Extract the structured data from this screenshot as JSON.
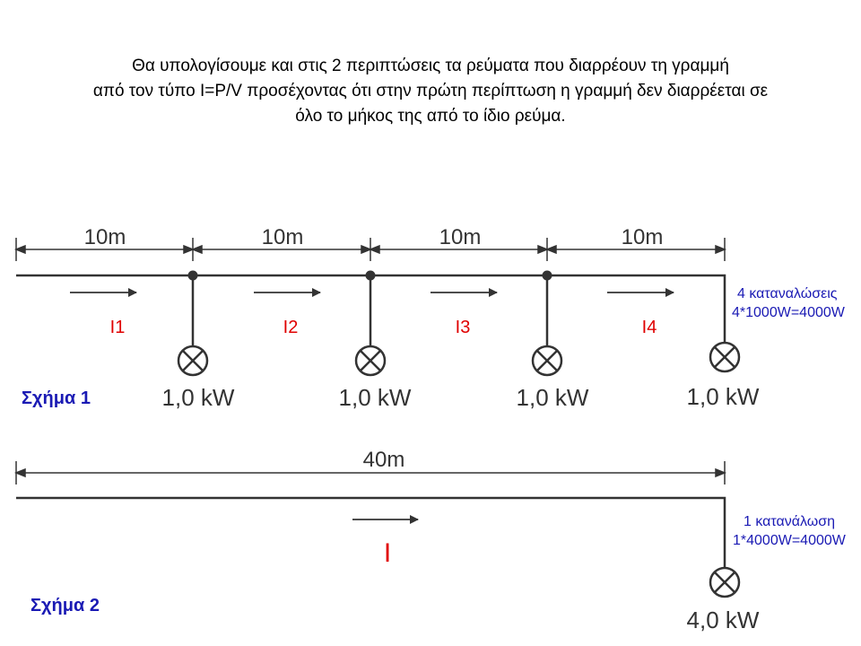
{
  "intro": {
    "line1": "Θα υπολογίσουμε και στις 2 περιπτώσεις τα ρεύματα που διαρρέουν τη γραμμή",
    "line2": "από τον τύπο I=P/V προσέχοντας ότι στην πρώτη περίπτωση η γραμμή δεν διαρρέεται σε",
    "line3": "όλο το μήκος της από το ίδιο ρεύμα."
  },
  "figure1": {
    "label": "Σχήμα 1",
    "segments": [
      "10m",
      "10m",
      "10m",
      "10m"
    ],
    "currents": [
      "I1",
      "I2",
      "I3",
      "I4"
    ],
    "loads": [
      "1,0 kW",
      "1,0 kW",
      "1,0 kW",
      "1,0 kW"
    ],
    "note_line1": "4 καταναλώσεις",
    "note_line2": "4*1000W=4000W"
  },
  "figure2": {
    "label": "Σχήμα 2",
    "length": "40m",
    "current": "I",
    "load": "4,0 kW",
    "note_line1": "1 κατανάλωση",
    "note_line2": "1*4000W=4000W"
  },
  "colors": {
    "current_labels": "#e00000",
    "annotations": "#1a1ab4",
    "drawing": "#333333"
  }
}
